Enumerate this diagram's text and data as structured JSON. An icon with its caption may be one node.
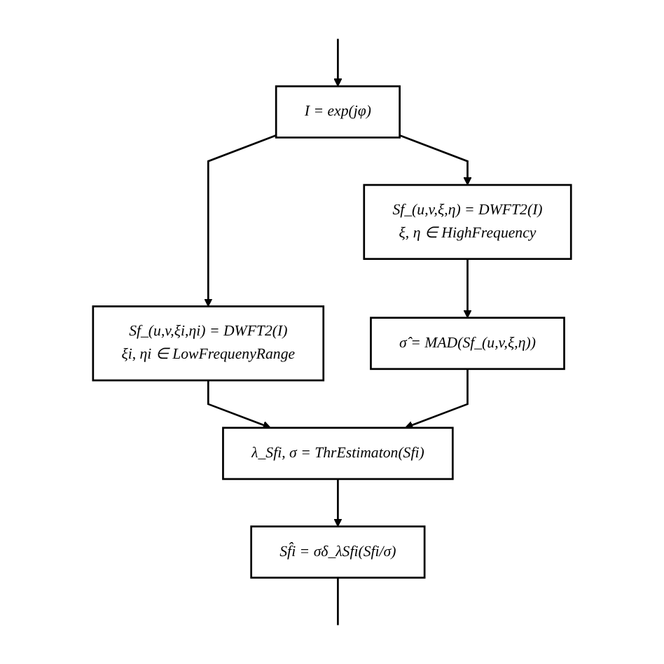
{
  "diagram": {
    "nodes": [
      {
        "text": [
          "I = exp(jφ)"
        ]
      },
      {
        "text": [
          "Sf_(u,v,ξi,ηi) = DWFT2(I)",
          "ξi, ηi ∈ LowFrequenyRange"
        ]
      },
      {
        "text": [
          "Sf_(u,v,ξ,η) = DWFT2(I)",
          "ξ, η ∈ HighFrequency"
        ]
      },
      {
        "text": [
          "λ_Sfi, σ = ThrEstimaton(Sfi)"
        ]
      },
      {
        "text": [
          "σ̂ = MAD(Sf_(u,v,ξ,η))"
        ]
      },
      {
        "text": [
          "Sf̂i = σδ_λSfi(Sfi/σ)"
        ]
      }
    ],
    "edges": [
      {
        "from": null,
        "to": 0,
        "arrow": "to"
      },
      {
        "from": 0,
        "to": 1,
        "arrow": "to"
      },
      {
        "from": 0,
        "to": 2,
        "arrow": "to"
      },
      {
        "from": 1,
        "to": 3,
        "arrow": "to"
      },
      {
        "from": 2,
        "to": 4,
        "arrow": "to"
      },
      {
        "from": 4,
        "to": 3,
        "arrow": "to"
      },
      {
        "from": 3,
        "to": 5,
        "arrow": "to"
      },
      {
        "from": 5,
        "to": null,
        "arrow": "none"
      }
    ]
  }
}
